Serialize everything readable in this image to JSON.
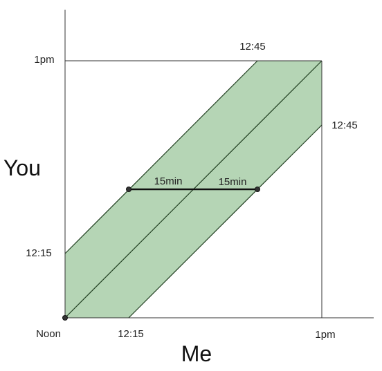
{
  "diagram": {
    "x_axis": {
      "title": "Me",
      "ticks": [
        "Noon",
        "12:15",
        "1pm"
      ]
    },
    "y_axis": {
      "title": "You",
      "ticks": [
        "12:15",
        "1pm"
      ]
    },
    "corner_labels": {
      "top": "12:45",
      "right": "12:45"
    },
    "segment_labels": {
      "left": "15min",
      "right": "15min"
    },
    "colors": {
      "band_fill": "#b5d5b5",
      "band_edge": "#1f3d1f",
      "axis": "#333333",
      "segment": "#111111",
      "point": "#333333"
    }
  }
}
